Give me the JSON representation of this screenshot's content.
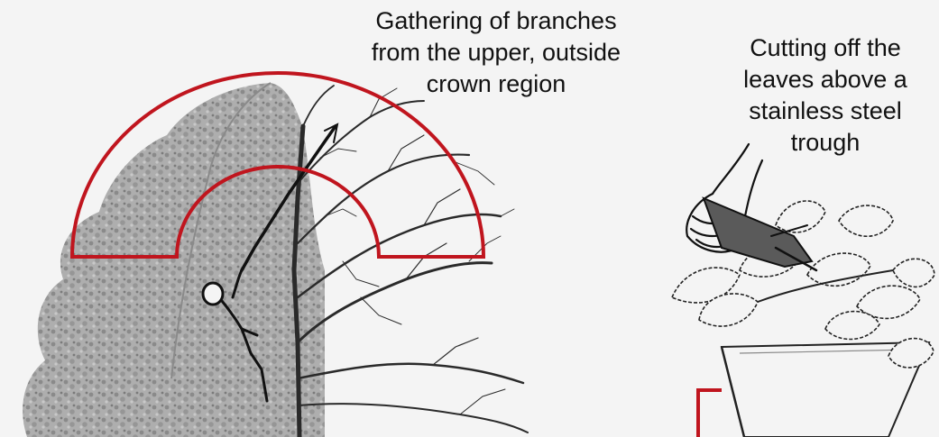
{
  "labels": {
    "crown_gathering": [
      "Gathering of branches",
      "from the upper, outside",
      "crown region"
    ],
    "leaf_cutting": [
      "Cutting off the",
      "leaves above a",
      "stainless steel",
      "trough"
    ]
  },
  "colors": {
    "background": "#f4f4f4",
    "highlight_red": "#c0151e",
    "foliage": "#9a9a9a",
    "ink": "#1a1a1a"
  },
  "icons": [
    "conifer-tree-illustration",
    "bare-deciduous-tree-illustration",
    "climber-figure-illustration",
    "hands-with-shears-illustration",
    "leaf-branch-illustration",
    "steel-trough-illustration",
    "crown-region-arc"
  ]
}
